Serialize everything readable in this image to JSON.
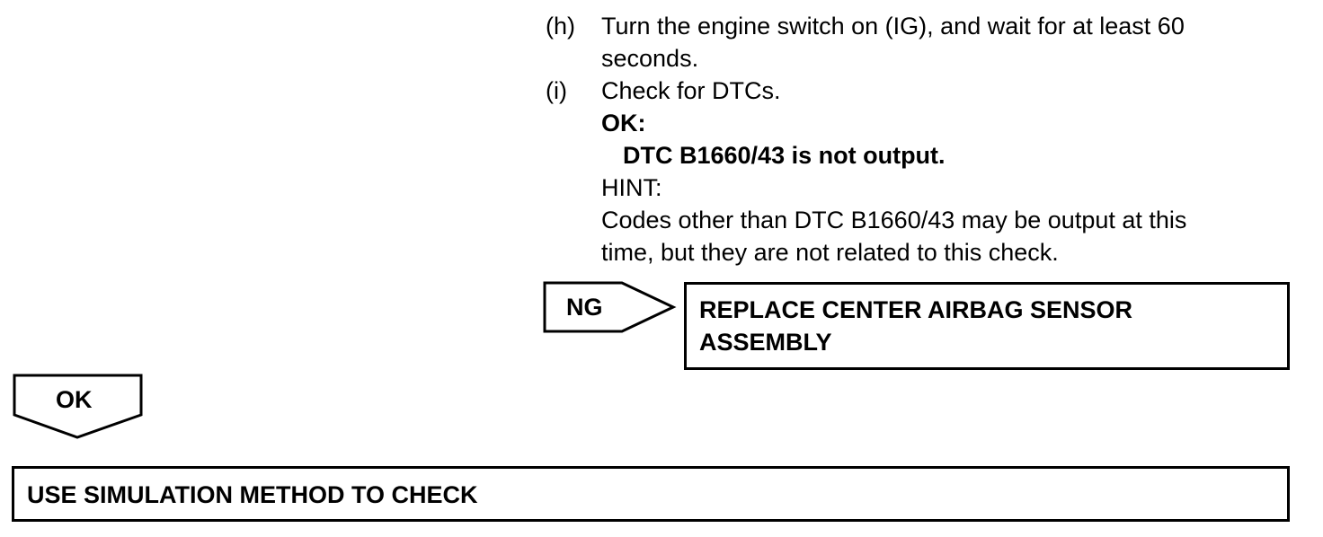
{
  "steps": [
    {
      "letter": "(h)",
      "lines": [
        "Turn the engine switch on (IG), and wait for at least 60",
        "seconds."
      ]
    },
    {
      "letter": "(i)",
      "text": "Check for DTCs.",
      "ok_label": "OK:",
      "ok_condition": "DTC B1660/43 is not output.",
      "hint_label": "HINT:",
      "hint_lines": [
        "Codes other than DTC B1660/43 may be output at this",
        "time, but they are not related to this check."
      ]
    }
  ],
  "ng_branch": {
    "label": "NG",
    "result_lines": [
      "REPLACE CENTER AIRBAG SENSOR",
      "ASSEMBLY"
    ]
  },
  "ok_branch": {
    "label": "OK",
    "result": "USE SIMULATION METHOD TO CHECK"
  }
}
